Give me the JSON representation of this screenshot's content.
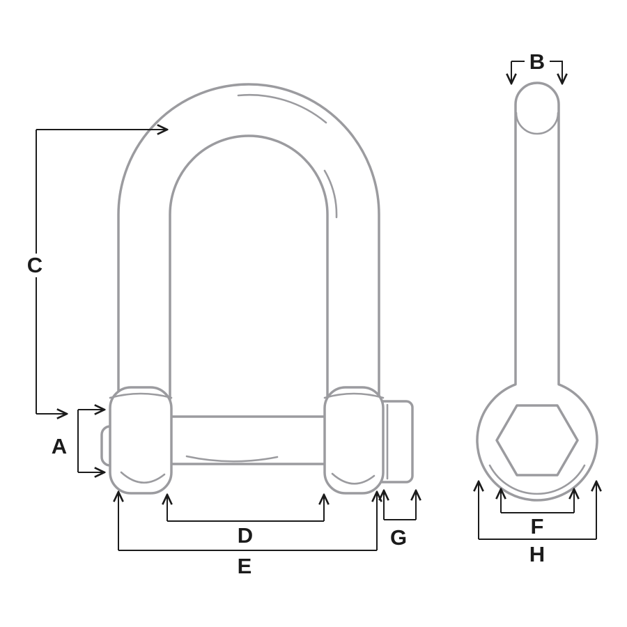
{
  "diagram": {
    "dimension_labels": {
      "a": "A",
      "b": "B",
      "c": "C",
      "d": "D",
      "e": "E",
      "f": "F",
      "g": "G",
      "h": "H"
    }
  },
  "colors": {
    "part-outline": "#9b9b9f",
    "dimension-line": "#1b1b1b",
    "background": "#ffffff"
  }
}
